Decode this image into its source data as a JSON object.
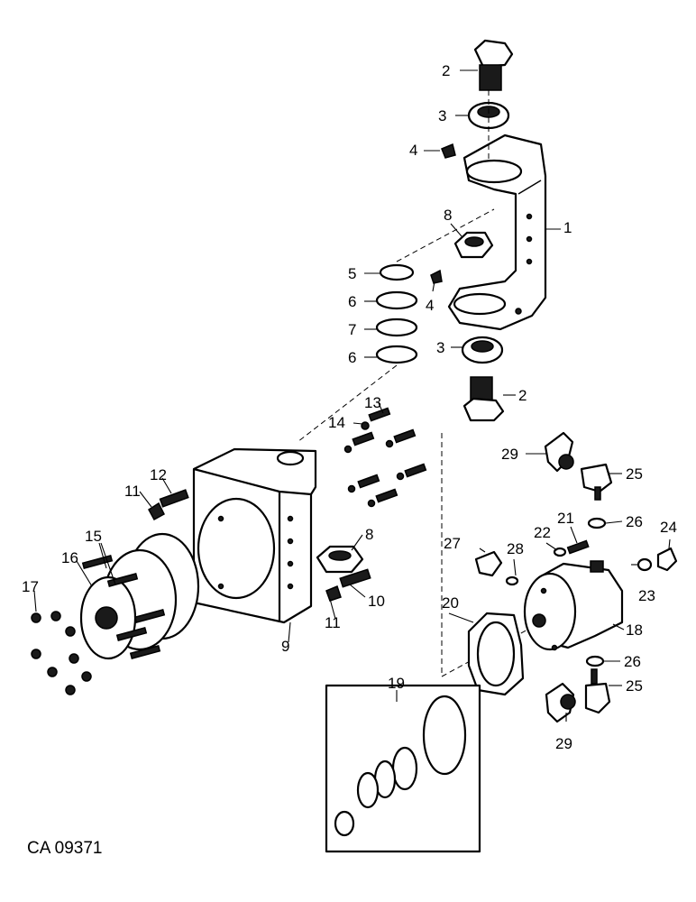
{
  "drawing_code": "CA 09371",
  "callouts": [
    "1",
    "2",
    "3",
    "4",
    "5",
    "6",
    "7",
    "8",
    "9",
    "10",
    "11",
    "12",
    "13",
    "14",
    "15",
    "16",
    "17",
    "18",
    "19",
    "20",
    "21",
    "22",
    "23",
    "24",
    "25",
    "26",
    "27",
    "28",
    "29"
  ]
}
